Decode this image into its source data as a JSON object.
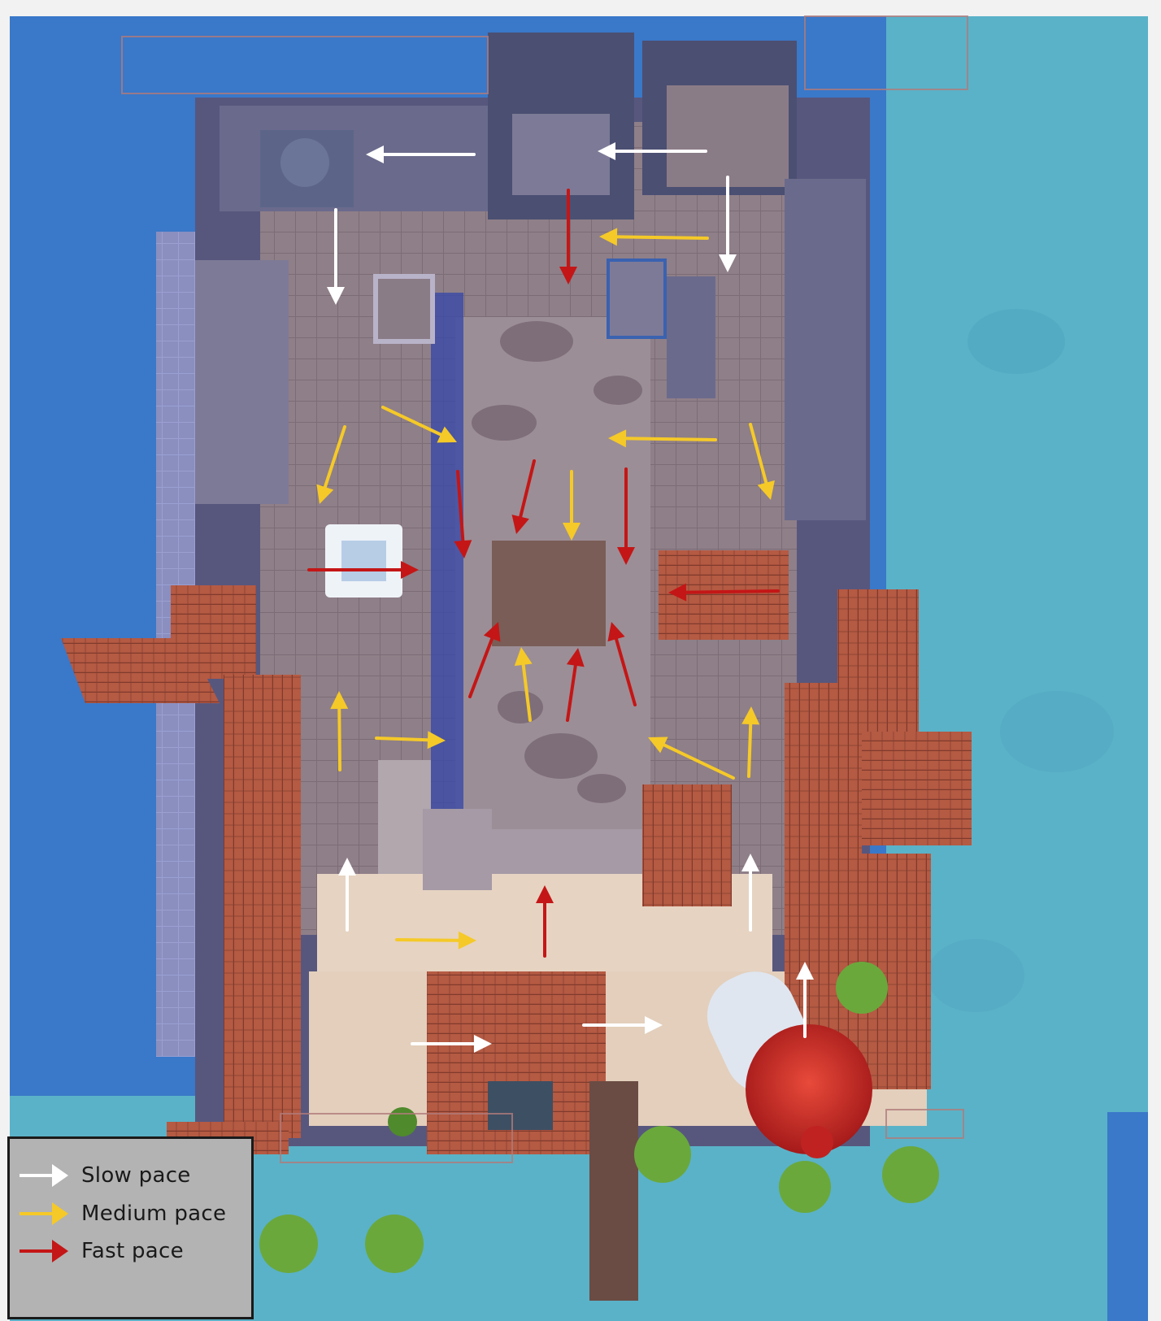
{
  "colors": {
    "deep_water": "#3a78c9",
    "shallow_water": "#5ab2c8",
    "roof_tile": "#b55a43",
    "stone": "#8c7d86",
    "dark_wall": "#4b4f72",
    "sand": "#e6d3c2",
    "lighthouse_red": "#cf2a2a",
    "slow": "#ffffff",
    "medium": "#f5c928",
    "fast": "#c41616"
  },
  "legend": {
    "items": [
      {
        "label": "Slow pace",
        "color": "#ffffff",
        "icon": "white-arrow-icon"
      },
      {
        "label": "Medium pace",
        "color": "#f5c928",
        "icon": "yellow-arrow-icon"
      },
      {
        "label": "Fast pace",
        "color": "#c41616",
        "icon": "red-arrow-icon"
      }
    ]
  },
  "paths": {
    "slow": [
      [
        583,
        190,
        450,
        190
      ],
      [
        868,
        186,
        735,
        186
      ],
      [
        895,
        218,
        895,
        335
      ],
      [
        413,
        258,
        413,
        375
      ],
      [
        427,
        1144,
        427,
        1055
      ],
      [
        923,
        1144,
        923,
        1050
      ],
      [
        990,
        1275,
        990,
        1183
      ],
      [
        507,
        1284,
        605,
        1284
      ],
      [
        718,
        1261,
        815,
        1261
      ]
    ],
    "medium": [
      [
        870,
        293,
        737,
        291
      ],
      [
        471,
        501,
        562,
        544
      ],
      [
        424,
        525,
        393,
        620
      ],
      [
        880,
        541,
        748,
        539
      ],
      [
        923,
        522,
        948,
        615
      ],
      [
        703,
        580,
        703,
        665
      ],
      [
        418,
        947,
        417,
        850
      ],
      [
        463,
        908,
        548,
        911
      ],
      [
        652,
        886,
        641,
        796
      ],
      [
        902,
        957,
        797,
        907
      ],
      [
        921,
        955,
        924,
        869
      ],
      [
        488,
        1156,
        586,
        1157
      ]
    ],
    "fast": [
      [
        699,
        234,
        699,
        350
      ],
      [
        563,
        580,
        571,
        687
      ],
      [
        657,
        567,
        635,
        657
      ],
      [
        770,
        577,
        770,
        695
      ],
      [
        380,
        701,
        515,
        701
      ],
      [
        957,
        727,
        822,
        729
      ],
      [
        578,
        857,
        613,
        765
      ],
      [
        698,
        886,
        711,
        797
      ],
      [
        781,
        867,
        752,
        765
      ],
      [
        670,
        1176,
        670,
        1089
      ]
    ]
  }
}
